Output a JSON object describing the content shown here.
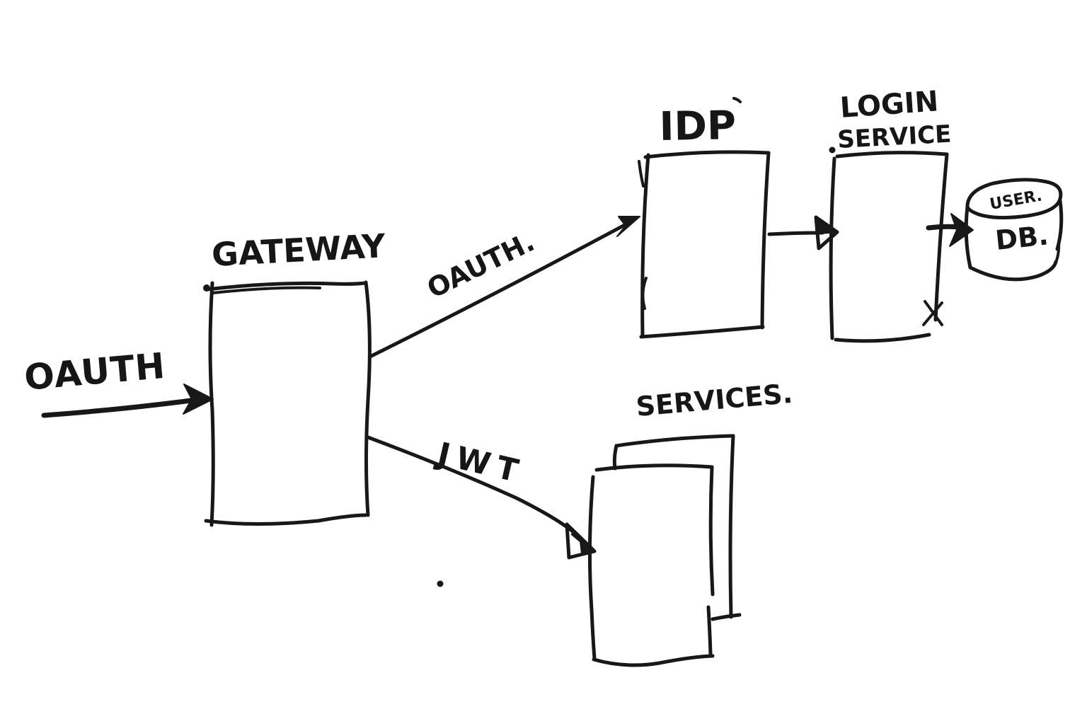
{
  "diagram": {
    "type": "hand-drawn-architecture-sketch",
    "background_color": "#ffffff",
    "ink_color": "#181818",
    "nodes": {
      "gateway": {
        "label": "GATEWAY",
        "shape": "rectangle"
      },
      "idp": {
        "label": "IDP",
        "shape": "rectangle"
      },
      "login_service": {
        "label_line1": "LOGIN",
        "label_line2": "SERVICE",
        "shape": "rectangle"
      },
      "user_db": {
        "label_top": "USER.",
        "label_main": "DB.",
        "shape": "database-cylinder"
      },
      "services": {
        "label": "SERVICES.",
        "shape": "stacked-rectangles"
      }
    },
    "edges": {
      "client_to_gateway": {
        "label": "OAUTH",
        "from": "client",
        "to": "gateway",
        "style": "solid-arrow"
      },
      "gateway_to_idp": {
        "label": "OAUTH.",
        "from": "gateway",
        "to": "idp",
        "style": "solid-arrow"
      },
      "gateway_to_services": {
        "label": "JWT",
        "from": "gateway",
        "to": "services",
        "style": "solid-arrow"
      },
      "idp_to_login_service": {
        "from": "idp",
        "to": "login_service",
        "style": "solid-arrow"
      },
      "login_service_to_user_db": {
        "from": "login_service",
        "to": "user_db",
        "style": "solid-arrow"
      }
    }
  }
}
